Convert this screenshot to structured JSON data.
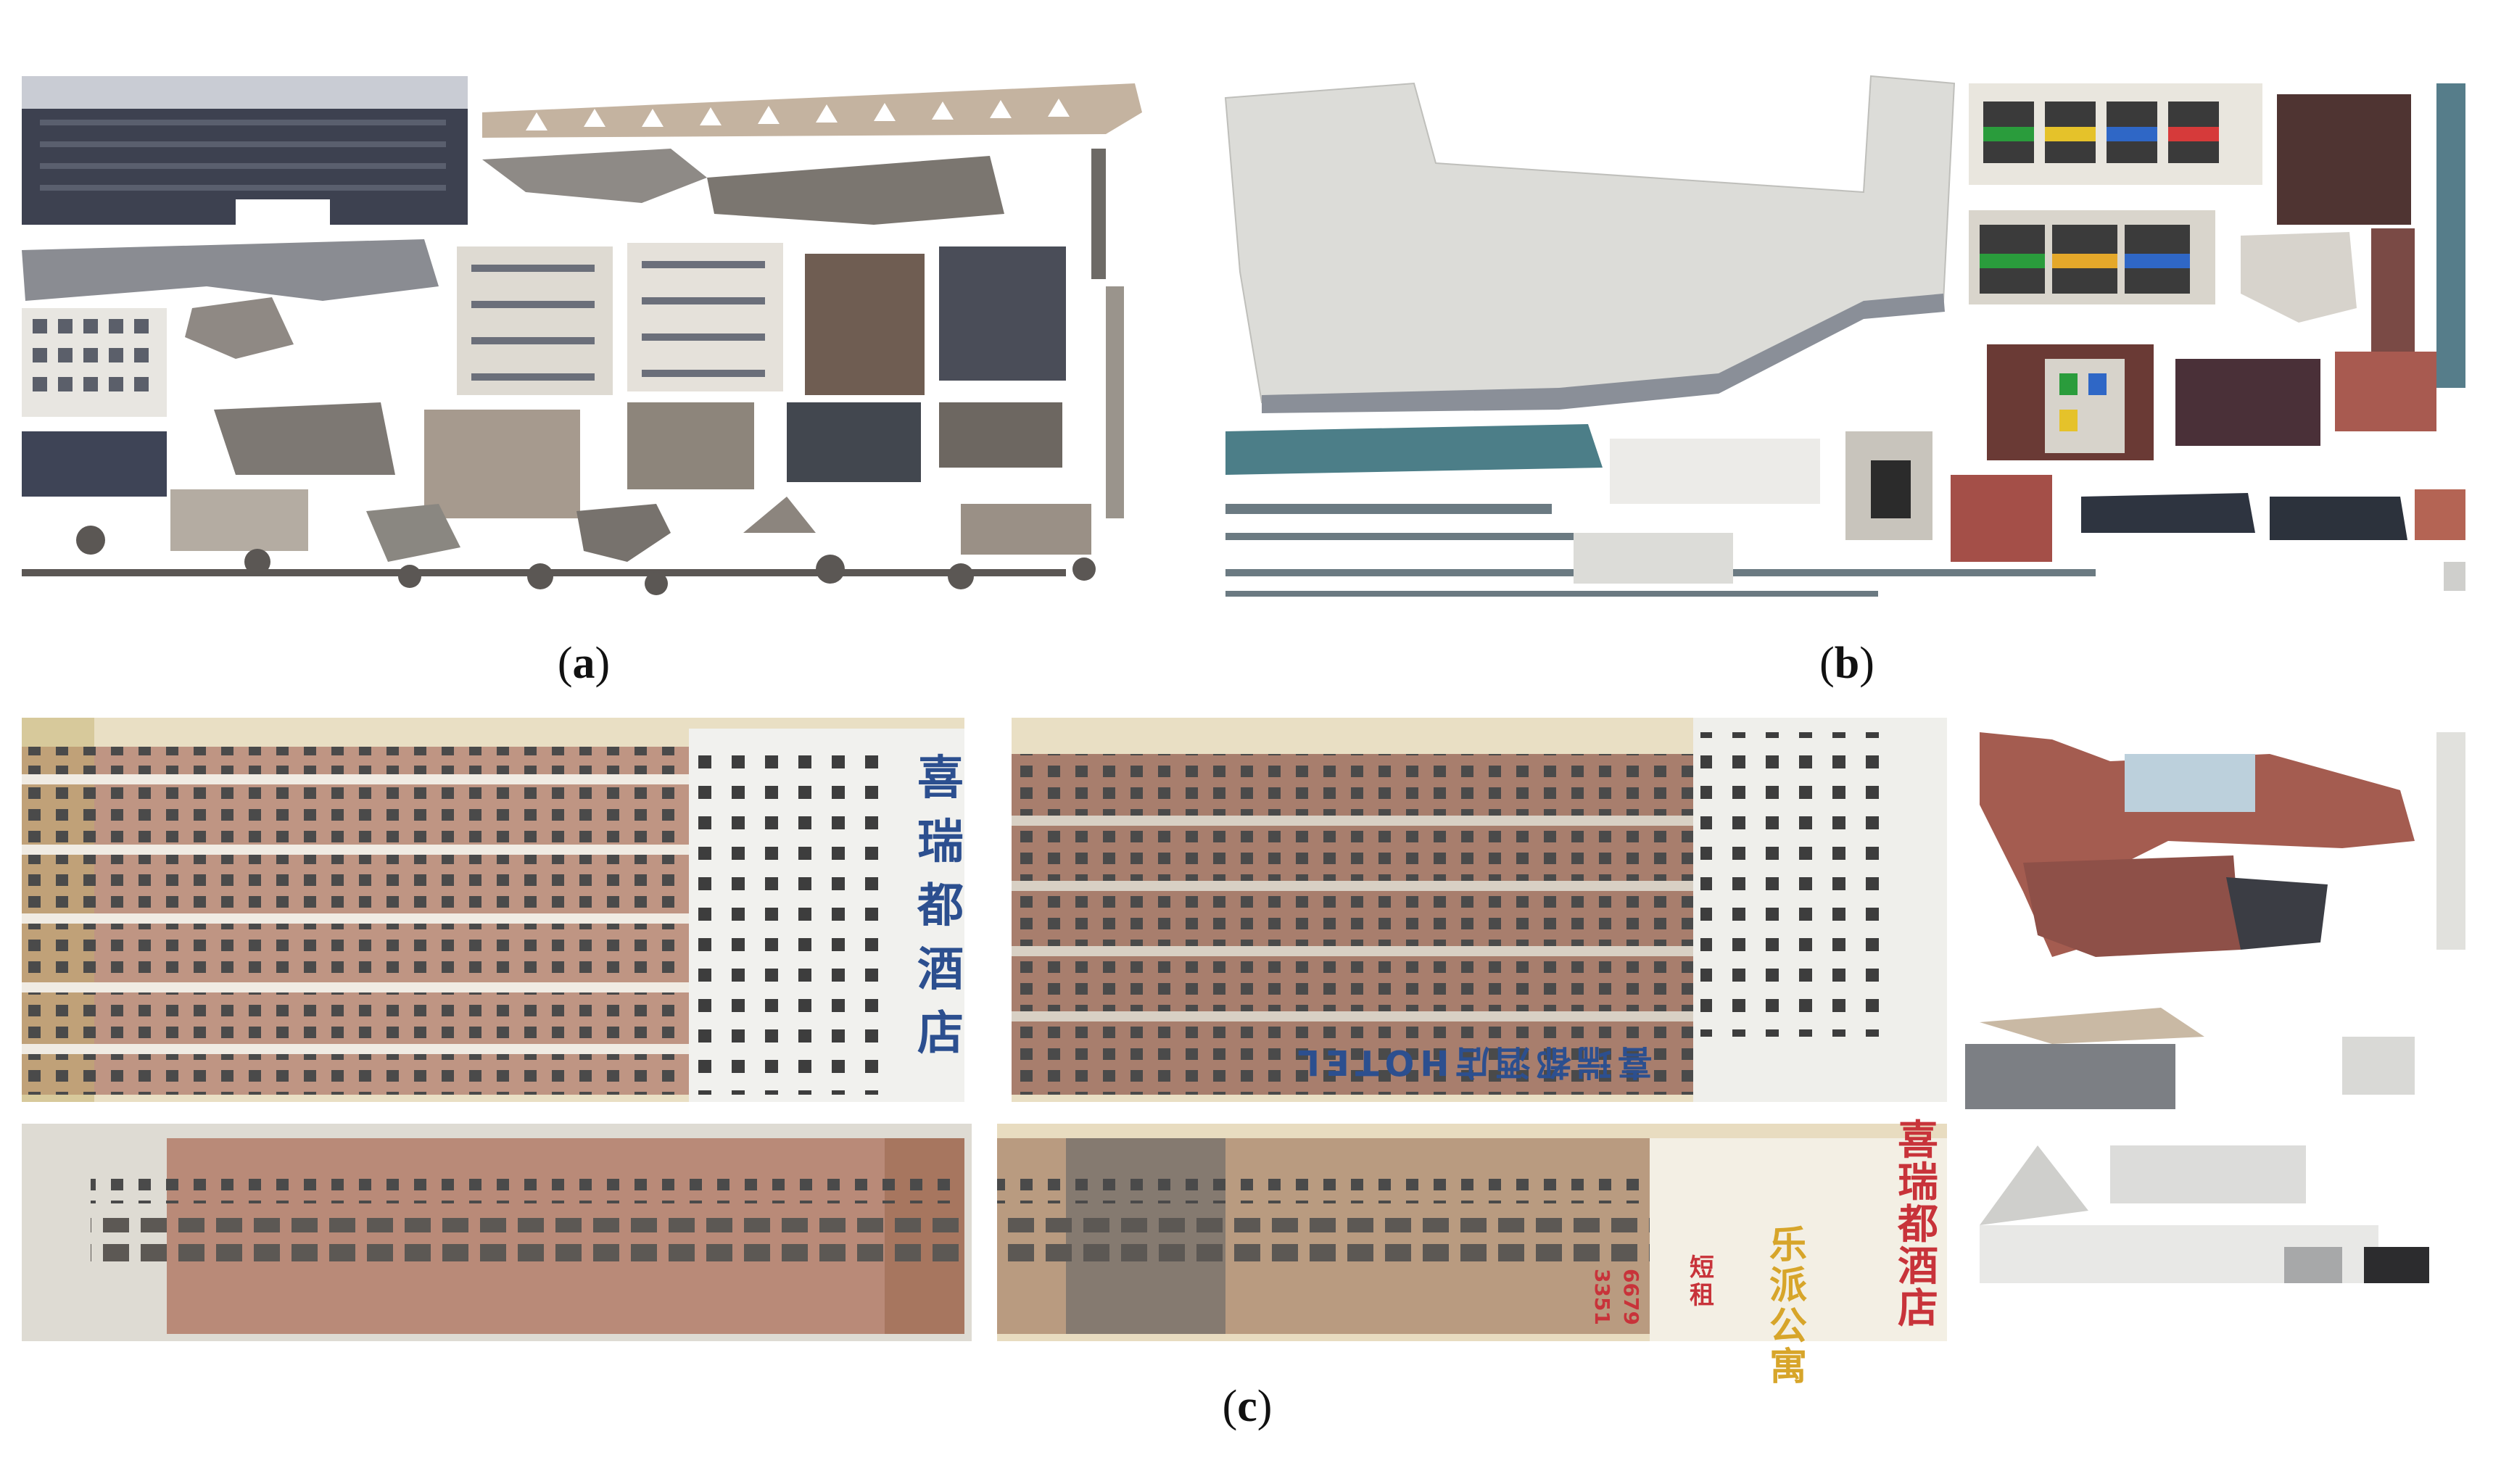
{
  "captions": {
    "a_open": "(",
    "a_letter": "a",
    "a_close": ")",
    "b_open": "(",
    "b_letter": "b",
    "b_close": ")",
    "c_open": "(",
    "c_letter": "c",
    "c_close": ")"
  },
  "signs": {
    "hotel_vertical_blue": [
      "喜",
      "瑞",
      "都",
      "酒",
      "店"
    ],
    "hotel_rotated": "喜瑞都酒店HOTEL",
    "hotel_vertical_red": [
      "喜",
      "瑞",
      "都",
      "酒",
      "店"
    ],
    "apartment": [
      "乐",
      "派",
      "公",
      "寓"
    ],
    "rent": [
      "短",
      "租"
    ],
    "phone_1": "6679",
    "phone_2": "3351"
  },
  "colors": {
    "sign_blue": "#2c4f8f",
    "sign_red": "#c8333a",
    "sign_yellow": "#d7a52a",
    "facade_pink": "#b98a78",
    "facade_cream": "#e9dfc4",
    "facade_white": "#f1f1ee",
    "roof_gray": "#cfcfcc"
  }
}
